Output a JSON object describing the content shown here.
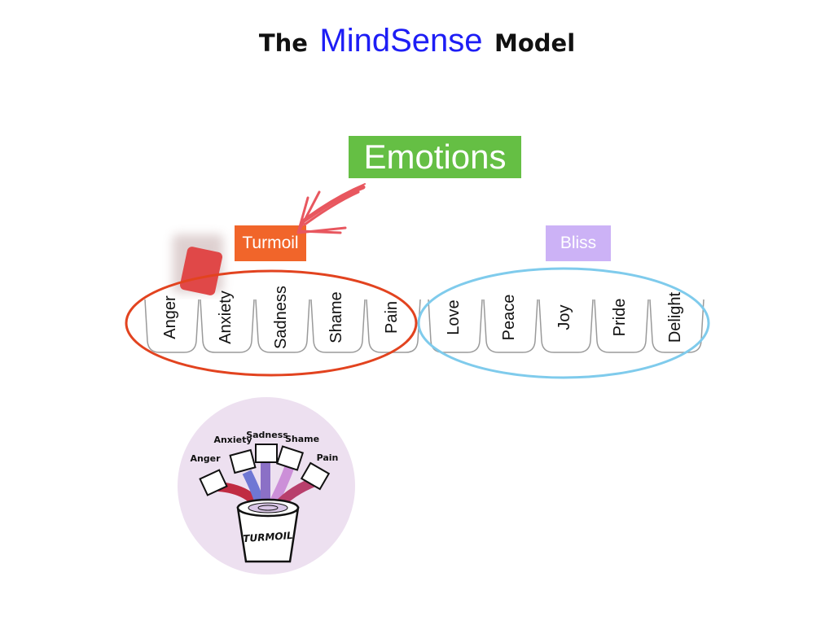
{
  "title": {
    "prefix": "The",
    "brand": "MindSense",
    "suffix": "Model",
    "brand_color": "#1d1df5"
  },
  "boxes": {
    "emotions": {
      "label": "Emotions",
      "color": "#65bf44"
    },
    "turmoil": {
      "label": "Turmoil",
      "color": "#f1652a"
    },
    "bliss": {
      "label": "Bliss",
      "color": "#ccb2f6"
    }
  },
  "turmoil_emotions": [
    "Anger",
    "Anxiety",
    "Sadness",
    "Shame",
    "Pain"
  ],
  "bliss_emotions": [
    "Love",
    "Peace",
    "Joy",
    "Pride",
    "Delight"
  ],
  "turmoil_ellipse_color": "#e2431f",
  "bliss_ellipse_color": "#7fcbec",
  "illustration": {
    "pot_labels": [
      "Anger",
      "Anxiety",
      "Sadness",
      "Shame",
      "Pain"
    ],
    "pot_name": "TURMOIL",
    "background": "#ede0f0"
  }
}
